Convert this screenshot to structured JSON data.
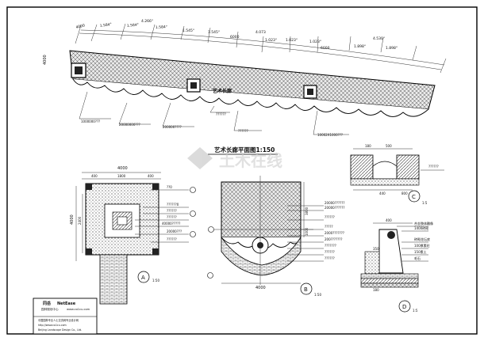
{
  "plan": {
    "title": "艺术长廊平面图1:150",
    "label_in_band": "艺术长廊",
    "dims_top": [
      "4000",
      "1.584°",
      "1.584°",
      "1.584°",
      "4.266°",
      "1.545°",
      "1.545°",
      "6000",
      "4.073",
      "1.023°",
      "1.023°",
      "1.023°",
      "6000",
      "4.530°",
      "1.898°",
      "1.898°"
    ],
    "dim_left_vertical": "4000",
    "callouts": [
      "1000000???",
      "20000000???",
      "200000????",
      "??????",
      "??????",
      "10002X1000???"
    ]
  },
  "detail_a": {
    "label": "A",
    "scale": "1:50",
    "dim_top": "4000",
    "dim_sub": [
      "400",
      "1800",
      "400"
    ],
    "dim_left": "4000",
    "dim_left_inner": "2400",
    "callouts": [
      "??0",
      "??????0",
      "??????",
      "??????",
      "40000?????",
      "20000???",
      "??????"
    ]
  },
  "detail_b": {
    "label": "B",
    "scale": "1:50",
    "dim_bottom": "4000",
    "dim_right": [
      "3800",
      "1000"
    ],
    "callouts": [
      "20000??????",
      "20000??????",
      "??????",
      "?????",
      "2000???????",
      "200???????",
      "???????",
      "??????",
      "??????"
    ]
  },
  "detail_c": {
    "label": "C",
    "scale": "1:5",
    "dims": [
      "180",
      "500",
      "440",
      "800"
    ],
    "callouts": [
      "??????"
    ]
  },
  "detail_d": {
    "label": "D",
    "scale": "1:5",
    "dims": [
      "400",
      "350",
      "180"
    ],
    "callouts": [
      "合金肢体雕像",
      "1400砖砌",
      "砖砌花坛底",
      "100厚素砼",
      "150素土",
      "毛石"
    ]
  },
  "title_block": {
    "company_cn": "同岳",
    "company_en": "NetEase",
    "line2": "园林规划中心",
    "url": "www.co1cu.com",
    "line3": "中国园林专业人士交流网专业设计网",
    "line4": "http://www.co1cu.com",
    "line5": "Beijing Landscape Design Co., Ltd."
  },
  "watermark": {
    "text": "土木在线"
  }
}
